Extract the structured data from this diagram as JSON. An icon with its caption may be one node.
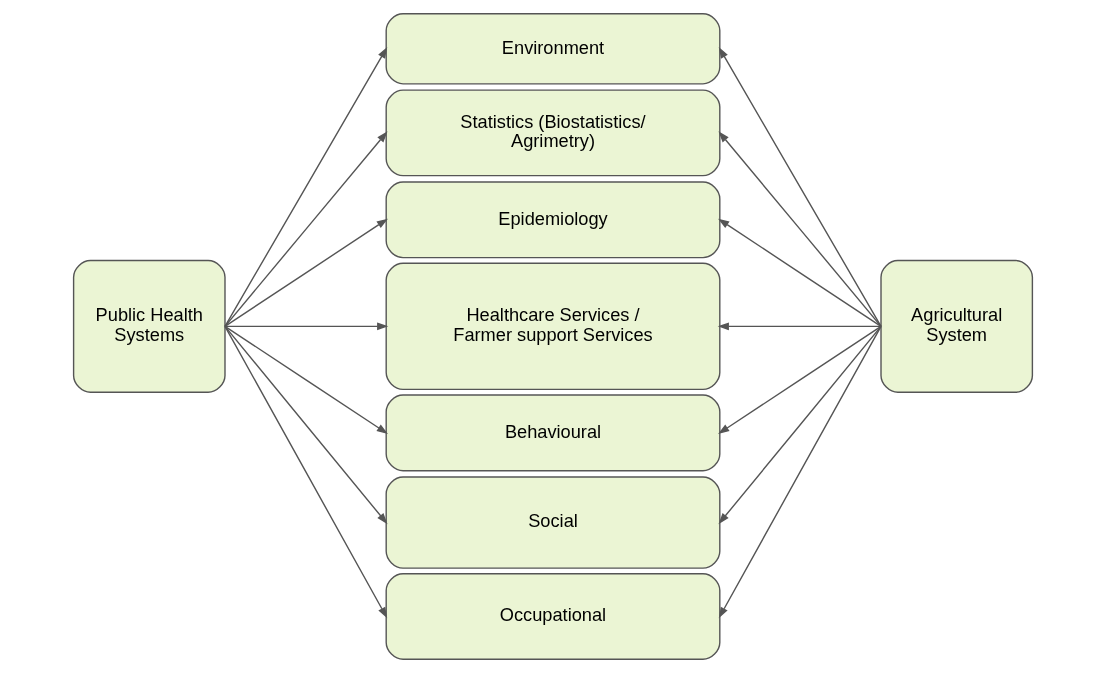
{
  "diagram": {
    "nodes": [
      {
        "text": [
          "Public Health Systems"
        ]
      },
      {
        "text": [
          "Environment"
        ]
      },
      {
        "text": [
          "Statistics (Biostatistics/ Agrimetry)"
        ]
      },
      {
        "text": [
          "Epidemiology"
        ]
      },
      {
        "text": [
          "Healthcare Services / Farmer support Services"
        ]
      },
      {
        "text": [
          "Behavioural"
        ]
      },
      {
        "text": [
          "Social"
        ]
      },
      {
        "text": [
          "Occupational"
        ]
      },
      {
        "text": [
          "Agricultural System"
        ]
      }
    ],
    "edges": [
      {
        "from": 0,
        "to": 1,
        "arrow": "to"
      },
      {
        "from": 0,
        "to": 2,
        "arrow": "to"
      },
      {
        "from": 0,
        "to": 3,
        "arrow": "to"
      },
      {
        "from": 0,
        "to": 4,
        "arrow": "to"
      },
      {
        "from": 0,
        "to": 5,
        "arrow": "to"
      },
      {
        "from": 0,
        "to": 6,
        "arrow": "to"
      },
      {
        "from": 0,
        "to": 7,
        "arrow": "to"
      },
      {
        "from": 8,
        "to": 1,
        "arrow": "to"
      },
      {
        "from": 8,
        "to": 2,
        "arrow": "to"
      },
      {
        "from": 8,
        "to": 3,
        "arrow": "to"
      },
      {
        "from": 8,
        "to": 4,
        "arrow": "to"
      },
      {
        "from": 8,
        "to": 5,
        "arrow": "to"
      },
      {
        "from": 8,
        "to": 6,
        "arrow": "to"
      },
      {
        "from": 8,
        "to": 7,
        "arrow": "to"
      }
    ]
  }
}
